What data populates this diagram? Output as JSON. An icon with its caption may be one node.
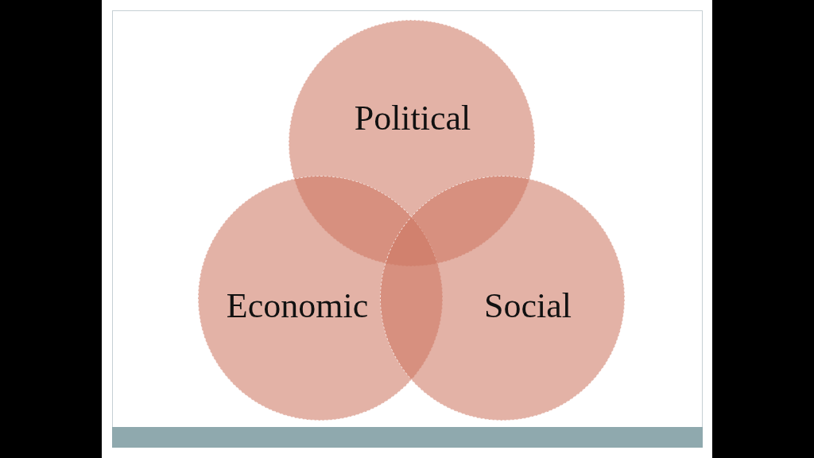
{
  "diagram": {
    "nodes": [
      {
        "text": [
          "Political"
        ]
      },
      {
        "text": [
          "Economic"
        ]
      },
      {
        "text": [
          "Social"
        ]
      }
    ]
  }
}
